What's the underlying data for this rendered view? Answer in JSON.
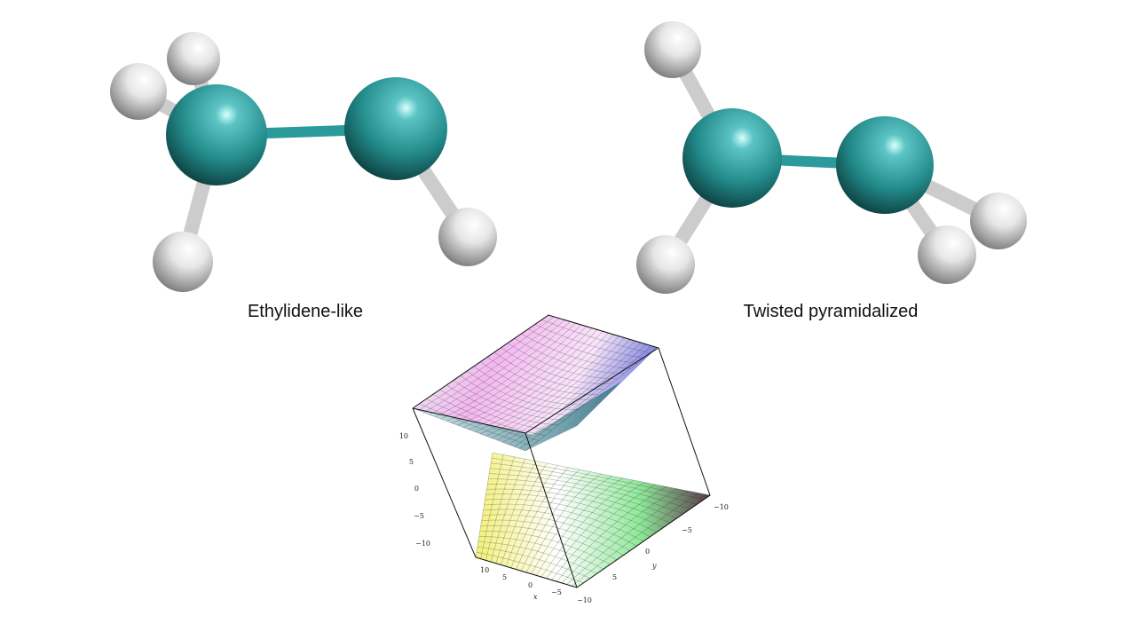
{
  "labels": {
    "left_molecule": "Ethylidene-like",
    "right_molecule": "Twisted pyramidalized"
  },
  "colors": {
    "carbon": "#2a9a9a",
    "hydrogen": "#e8e8e8"
  },
  "plot": {
    "z_ticks": [
      "10",
      "5",
      "0",
      "−5",
      "−10"
    ],
    "x_ticks": [
      "10",
      "5",
      "0",
      "−5",
      "−10"
    ],
    "y_ticks": [
      "−10",
      "−5",
      "0",
      "5"
    ],
    "x_label": "x",
    "y_label": "y"
  }
}
